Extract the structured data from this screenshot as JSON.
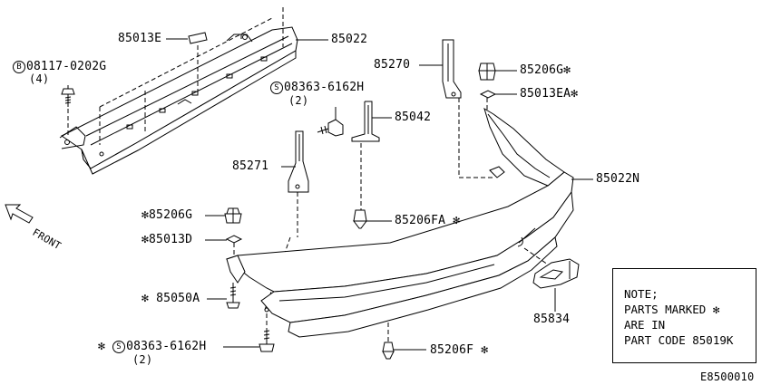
{
  "diagram_code": "E8500010",
  "direction_label": "FRONT",
  "symbols": {
    "star": "✻",
    "bolt": "B",
    "screw": "S"
  },
  "labels": {
    "p85013E": "85013E",
    "p85022": "85022",
    "bolt_part": "08117-0202G",
    "bolt_qty": "(4)",
    "screw_part_upper": "08363-6162H",
    "screw_qty_upper": "(2)",
    "p85270": "85270",
    "p85206G_right": "85206G",
    "p85013EA": "85013EA",
    "p85042": "85042",
    "p85271": "85271",
    "p85022N": "85022N",
    "p85206G_left": "85206G",
    "p85206FA": "85206FA",
    "p85013D": "85013D",
    "p85050A": "85050A",
    "p85834": "85834",
    "screw_part_lower": "08363-6162H",
    "screw_qty_lower": "(2)",
    "p85206F": "85206F"
  },
  "note": {
    "line1": "NOTE;",
    "line2": "PARTS MARKED",
    "line3": "ARE IN",
    "line4": "PART CODE 85019K"
  }
}
